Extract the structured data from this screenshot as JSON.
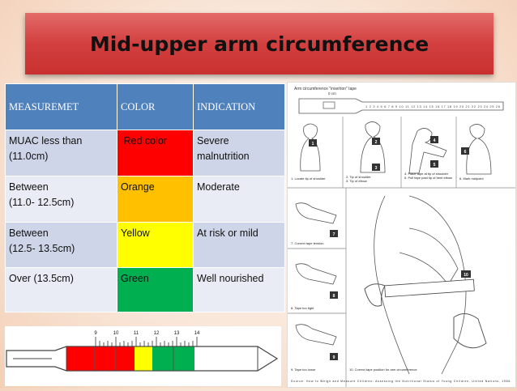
{
  "slide": {
    "title": "Mid-upper arm circumference"
  },
  "table": {
    "headers": [
      "MEASUREMET",
      "COLOR",
      "INDICATION"
    ],
    "rows": [
      {
        "measure": "MUAC less than\n(11.0cm)",
        "color": " Red color",
        "indication": " Severe\nmalnutrition",
        "swatch": "#ff0000"
      },
      {
        "measure": "Between\n(11.0- 12.5cm)",
        "color": "Orange",
        "indication": "Moderate",
        "swatch": "#ffc000"
      },
      {
        "measure": "Between\n(12.5- 13.5cm)",
        "color": "Yellow",
        "indication": "At risk or mild",
        "swatch": "#ffff00"
      },
      {
        "measure": "Over (13.5cm)",
        "color": "Green",
        "indication": "Well nourished",
        "swatch": "#00b050"
      }
    ]
  },
  "tape": {
    "ticks": [
      "9",
      "10",
      "11",
      "12",
      "13",
      "14"
    ]
  },
  "diagram": {
    "header": "Arm circumference \"insertion\" tape",
    "tape_zero": "0 cm",
    "tape_numbers": "1 2 3 4 5 6 7 8 9 10 11 12 13 14 15 16 17 18 19 20 21 22 23 24 25 26",
    "step1": "1. Locate tip of shoulder",
    "step2": "2. Tip of shoulder\n3. Tip of elbow",
    "step4": "4. Place tape at tip of shoulder\n5. Pull tape past tip of bent elbow",
    "step6": "6. Mark midpoint",
    "step7": "7. Correct tape tension",
    "step8": "8. Tape too tight",
    "step9": "9. Tape too loose",
    "step10": "10. Correct tape position for arm circumference",
    "source": "Source: How to Weigh and Measure Children: Assessing the Nutritional Status of Young Children, United Nations, 1986.",
    "callout_n1": "1",
    "callout_n2": "2",
    "callout_n3": "3",
    "callout_n4": "4",
    "callout_n5": "5",
    "callout_n6": "6",
    "callout_n7": "7",
    "callout_n8": "8",
    "callout_n9": "9",
    "callout_n10": "10"
  },
  "colors": {
    "banner": "#d2403f",
    "header_blue": "#4f81bd",
    "red": "#ff0000",
    "orange": "#ffc000",
    "yellow": "#ffff00",
    "green": "#00b050"
  }
}
